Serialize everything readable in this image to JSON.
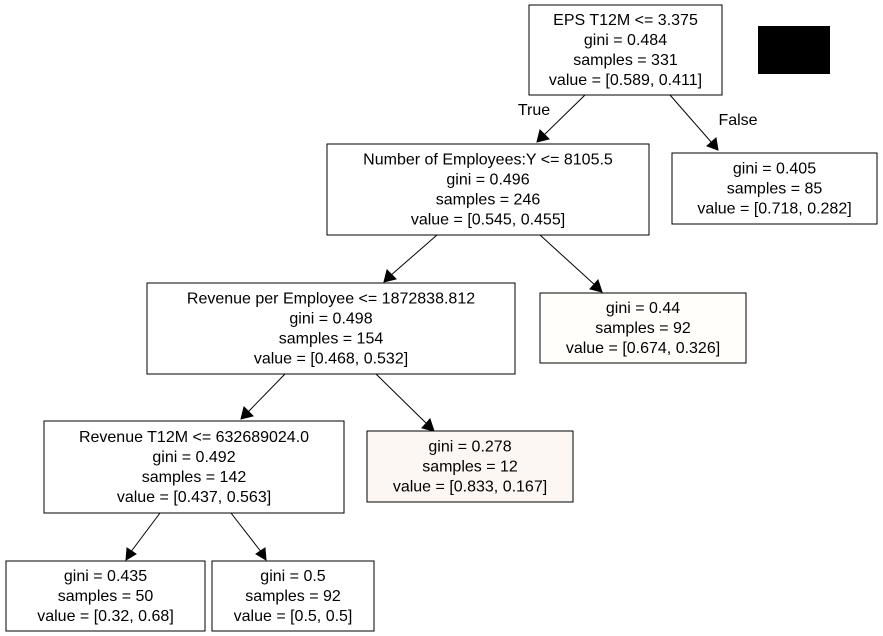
{
  "tree": {
    "nodes": {
      "root": {
        "lines": [
          "EPS T12M <= 3.375",
          "gini = 0.484",
          "samples = 331",
          "value = [0.589, 0.411]"
        ],
        "fill": "#ffffff"
      },
      "n1": {
        "lines": [
          "Number of Employees:Y <= 8105.5",
          "gini = 0.496",
          "samples = 246",
          "value = [0.545, 0.455]"
        ],
        "fill": "#ffffff"
      },
      "leaf_false": {
        "lines": [
          "gini = 0.405",
          "samples = 85",
          "value = [0.718, 0.282]"
        ],
        "fill": "#ffffff"
      },
      "n2": {
        "lines": [
          "Revenue per Employee <= 1872838.812",
          "gini = 0.498",
          "samples = 154",
          "value = [0.468, 0.532]"
        ],
        "fill": "#ffffff"
      },
      "leaf_92a": {
        "lines": [
          "gini = 0.44",
          "samples = 92",
          "value = [0.674, 0.326]"
        ],
        "fill": "#fffefb"
      },
      "n3": {
        "lines": [
          "Revenue T12M <= 632689024.0",
          "gini = 0.492",
          "samples = 142",
          "value = [0.437, 0.563]"
        ],
        "fill": "#ffffff"
      },
      "leaf_12": {
        "lines": [
          "gini = 0.278",
          "samples = 12",
          "value = [0.833, 0.167]"
        ],
        "fill": "#fdf7f3"
      },
      "leaf_50": {
        "lines": [
          "gini = 0.435",
          "samples = 50",
          "value = [0.32, 0.68]"
        ],
        "fill": "#ffffff"
      },
      "leaf_92b": {
        "lines": [
          "gini = 0.5",
          "samples = 92",
          "value = [0.5, 0.5]"
        ],
        "fill": "#ffffff"
      }
    },
    "edge_labels": {
      "true_label": "True",
      "false_label": "False"
    }
  }
}
